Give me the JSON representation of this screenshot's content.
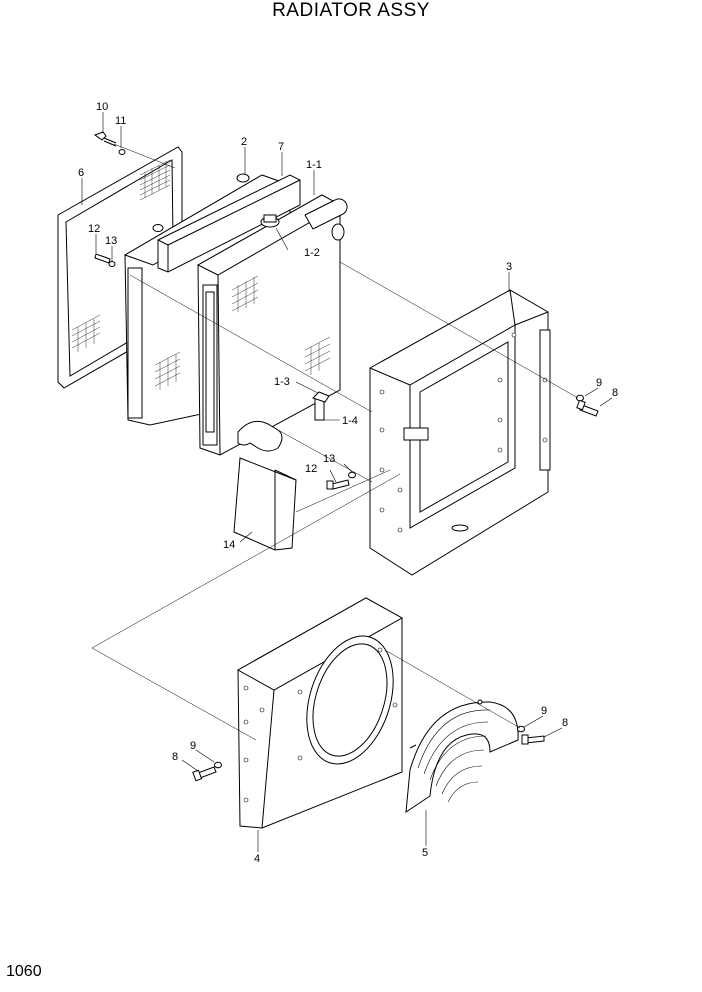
{
  "title": "RADIATOR ASSY",
  "page_number": "1060",
  "callouts": {
    "c10": "10",
    "c11": "11",
    "c6": "6",
    "c2": "2",
    "c7": "7",
    "c1_1": "1-1",
    "c12a": "12",
    "c13a": "13",
    "c1_2": "1-2",
    "c3": "3",
    "c9a": "9",
    "c8a": "8",
    "c1_3": "1-3",
    "c1_4": "1-4",
    "c13b": "13",
    "c12b": "12",
    "c14": "14",
    "c9b": "9",
    "c8b": "8",
    "c9c": "9",
    "c8c": "8",
    "c4": "4",
    "c5": "5"
  }
}
